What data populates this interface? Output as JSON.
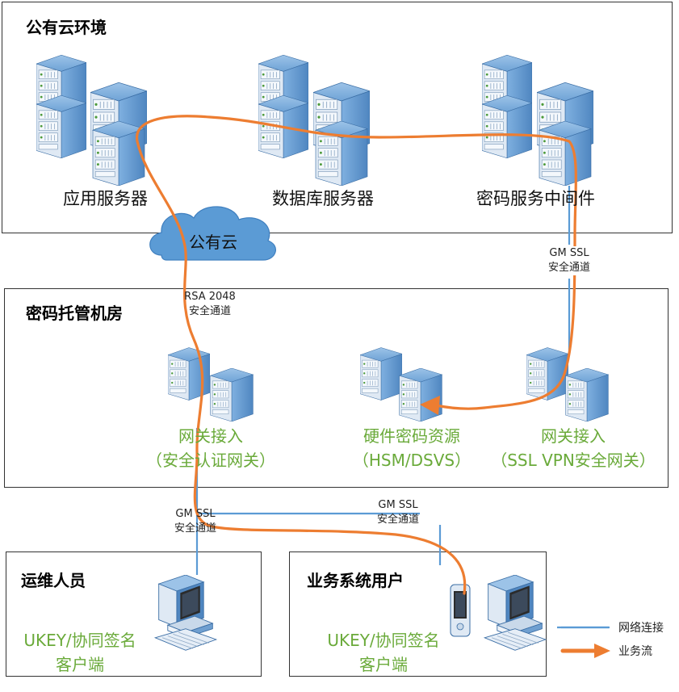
{
  "zones": {
    "public_cloud_env": "公有云环境",
    "hosting_room": "密码托管机房",
    "ops_staff": "运维人员",
    "biz_users": "业务系统用户"
  },
  "servers": {
    "app_server": "应用服务器",
    "db_server": "数据库服务器",
    "crypto_middleware": "密码服务中间件"
  },
  "cloud": {
    "label": "公有云"
  },
  "hosting": {
    "gateway_auth": {
      "line1": "网关接入",
      "line2": "（安全认证网关）"
    },
    "hsm": {
      "line1": "硬件密码资源",
      "line2": "（HSM/DSVS）"
    },
    "gateway_vpn": {
      "line1": "网关接入",
      "line2": "（SSL VPN安全网关）"
    }
  },
  "channels": {
    "gm_ssl_top": {
      "line1": "GM SSL",
      "line2": "安全通道"
    },
    "rsa_2048": {
      "line1": "RSA 2048",
      "line2": "安全通道"
    },
    "gm_ssl_left": {
      "line1": "GM SSL",
      "line2": "安全通道"
    },
    "gm_ssl_right": {
      "line1": "GM SSL",
      "line2": "安全通道"
    }
  },
  "clients": {
    "ops_client": {
      "line1": "UKEY/协同签名",
      "line2": "客户端"
    },
    "biz_client": {
      "line1": "UKEY/协同签名",
      "line2": "客户端"
    }
  },
  "legend": {
    "network": "网络连接",
    "business_flow": "业务流"
  },
  "colors": {
    "network_line": "#5b9bd5",
    "business_flow": "#ed7d31",
    "server_blue": "#5b9bd5",
    "green_label": "#6aaa3a",
    "cloud": "#5b9bd5"
  }
}
